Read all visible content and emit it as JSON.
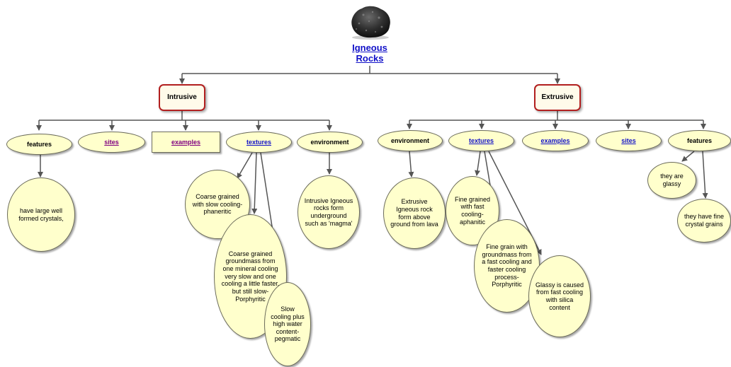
{
  "title": "Igneous Rocks",
  "colors": {
    "node_fill": "#ffffcc",
    "category_border": "#b21f1f",
    "link": "#1010c8",
    "visited_link": "#800080",
    "connector": "#555555"
  },
  "root_icon": "igneous-rock-image",
  "intrusive": {
    "label": "Intrusive",
    "features": "features",
    "sites": "sites",
    "examples": "examples",
    "textures": "textures",
    "environment": "environment",
    "features_detail": "have large well formed crystals,",
    "texture_1": "Coarse grained with slow cooling-phaneritic",
    "texture_2": "Coarse grained groundmass from one mineral cooling very slow and one cooling a little faster, but still slow-Porphyritic",
    "texture_3": "Slow cooling plus high water content-pegmatic",
    "environment_detail": "Intrusive Igneous rocks form underground such as 'magma'"
  },
  "extrusive": {
    "label": "Extrusive",
    "environment": "environment",
    "textures": "textures",
    "examples": "examples",
    "sites": "sites",
    "features": "features",
    "environment_detail": "Extrusive Igneous rock form above ground from lava",
    "texture_1": "Fine grained with fast cooling-aphanitic",
    "texture_2": "Fine grain with groundmass from a fast cooling and faster cooling process-Porphyritic",
    "texture_3": "Glassy is caused from fast cooling with silica content",
    "feature_1": "they are glassy",
    "feature_2": "they have fine crystal grains"
  }
}
